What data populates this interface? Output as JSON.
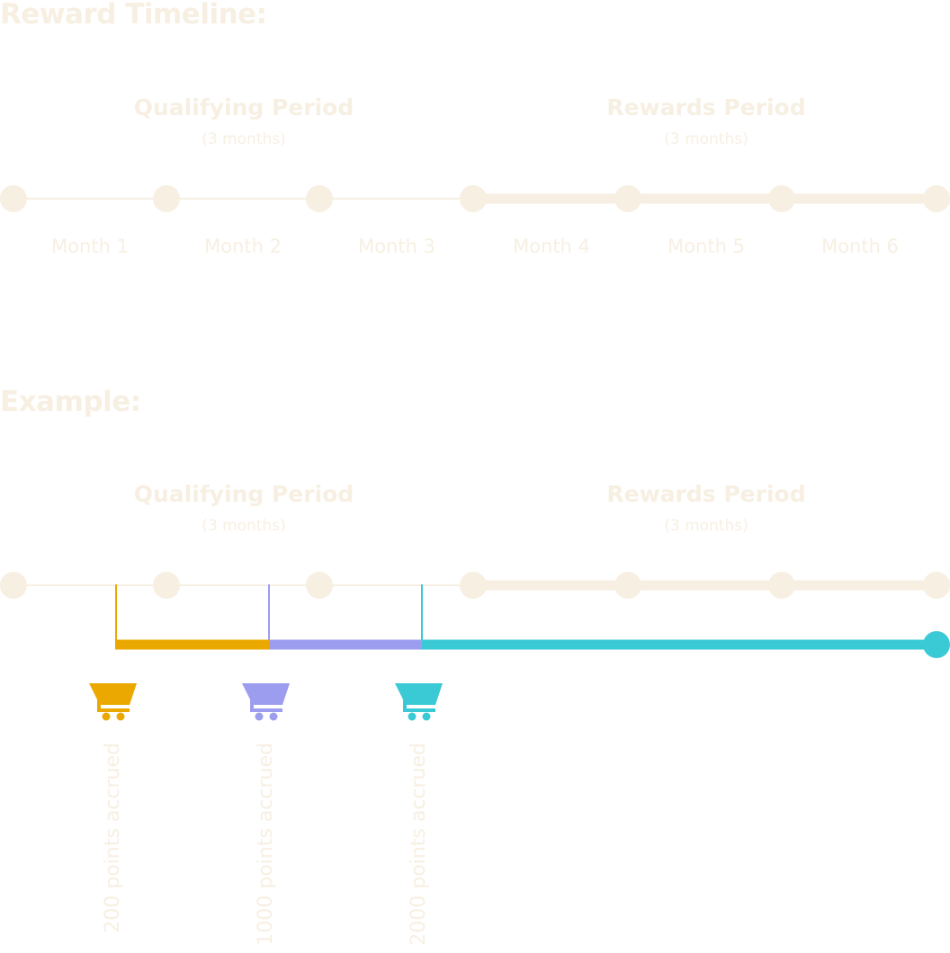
{
  "timeline": {
    "title": "Reward Timeline:",
    "qualifying": {
      "title": "Qualifying Period",
      "sub": "(3 months)"
    },
    "rewards": {
      "title": "Rewards Period",
      "sub": "(3 months)"
    },
    "months": [
      "Month 1",
      "Month 2",
      "Month 3",
      "Month 4",
      "Month 5",
      "Month 6"
    ]
  },
  "example": {
    "title": "Example:",
    "qualifying": {
      "title": "Qualifying Period",
      "sub": "(3 months)"
    },
    "rewards": {
      "title": "Rewards Period",
      "sub": "(3 months)"
    },
    "purchases": [
      {
        "label": "200 points accrued",
        "color": "#EBA800",
        "icon": "shopping-cart-icon"
      },
      {
        "label": "1000 points accrued",
        "color": "#9D9DF0",
        "icon": "shopping-cart-icon"
      },
      {
        "label": "2000 points accrued",
        "color": "#3ACAD6",
        "icon": "shopping-cart-icon"
      }
    ]
  },
  "colors": {
    "pale": "#F7EFE2",
    "orange": "#EBA800",
    "purple": "#9D9DF0",
    "teal": "#3ACAD6"
  }
}
